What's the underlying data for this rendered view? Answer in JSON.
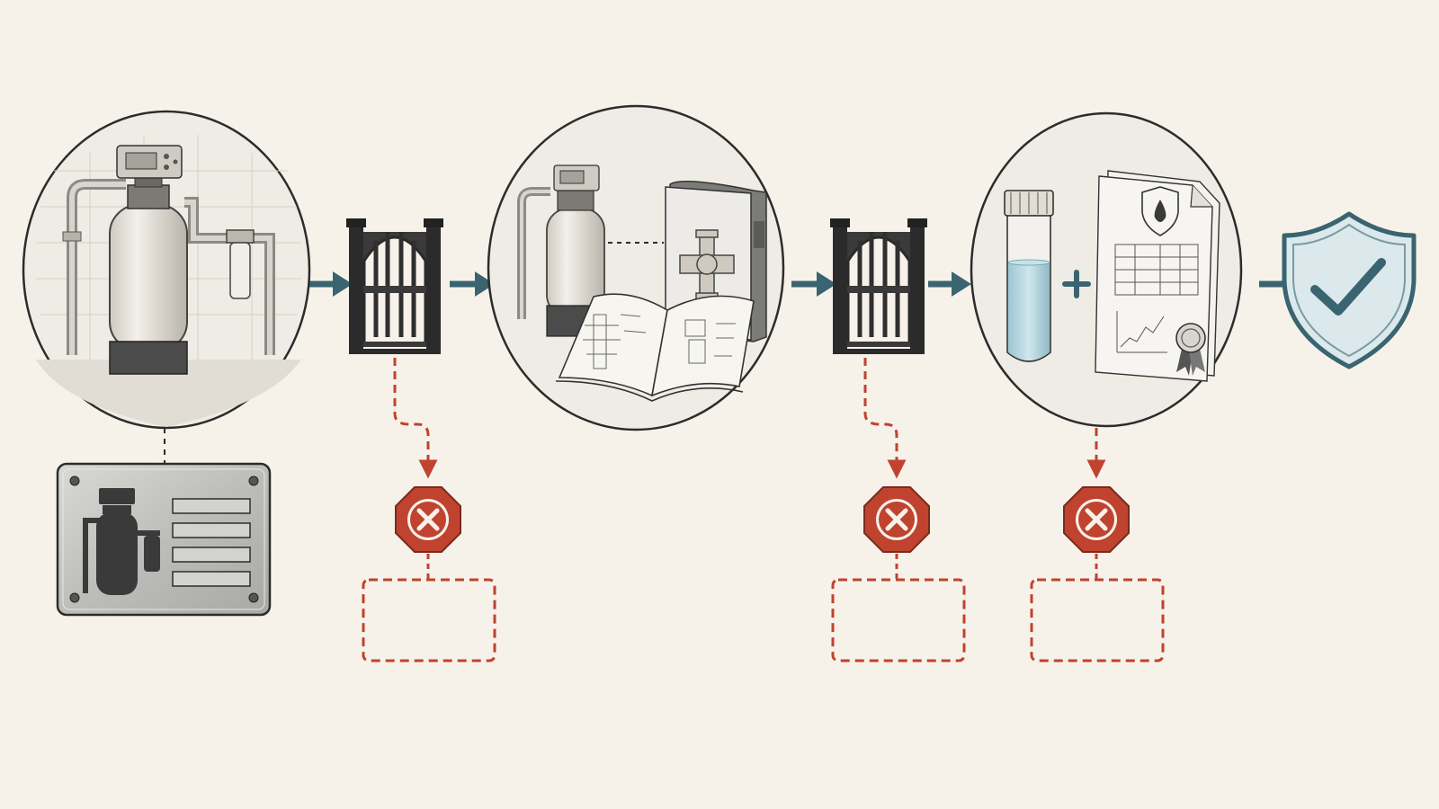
{
  "colors": {
    "background": "#f6f2ea",
    "ink": "#2c2c2c",
    "flow_arrow": "#3a6470",
    "reject": "#c0432f",
    "shield_fill": "#dbe9ec",
    "shield_stroke": "#3a6470",
    "gate": "#2f2f2f",
    "water": "#a9cfd9"
  },
  "flow": [
    {
      "kind": "scene",
      "icon": "water-softener-installation-icon"
    },
    {
      "kind": "arrow"
    },
    {
      "kind": "gate",
      "icon": "gate-icon"
    },
    {
      "kind": "arrow"
    },
    {
      "kind": "scene",
      "icon": "softener-and-manuals-icon"
    },
    {
      "kind": "arrow"
    },
    {
      "kind": "gate",
      "icon": "gate-icon"
    },
    {
      "kind": "arrow"
    },
    {
      "kind": "scene",
      "icon": "water-sample-and-test-report-icon"
    },
    {
      "kind": "arrow"
    },
    {
      "kind": "result",
      "icon": "shield-checkmark-icon"
    }
  ],
  "nameplate": {
    "icon": "equipment-nameplate-icon",
    "text_lines": 4
  },
  "rejections": [
    {
      "icon": "stop-x-icon",
      "label": ""
    },
    {
      "icon": "stop-x-icon",
      "label": ""
    },
    {
      "icon": "stop-x-icon",
      "label": ""
    }
  ]
}
